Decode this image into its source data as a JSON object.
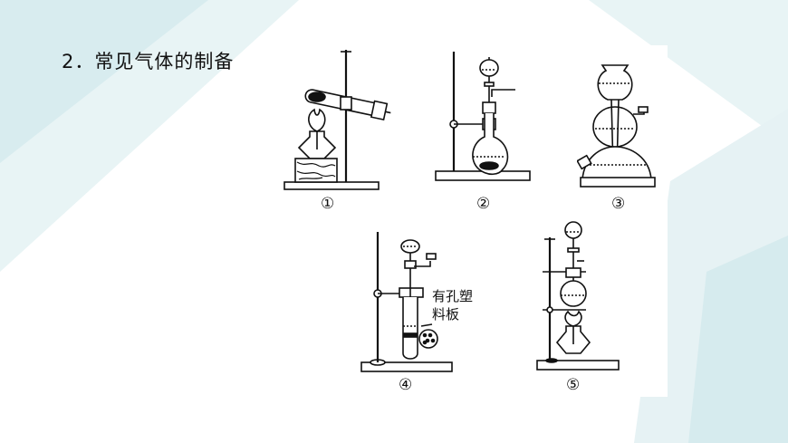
{
  "heading": "2．常见气体的制备",
  "figure": {
    "labels": [
      "①",
      "②",
      "③",
      "④",
      "⑤"
    ],
    "plate_label_line1": "有孔塑",
    "plate_label_line2": "料板"
  },
  "colors": {
    "deco_light": "#e3f1f3",
    "deco_mid": "#cfe7ea",
    "line": "#111111"
  }
}
